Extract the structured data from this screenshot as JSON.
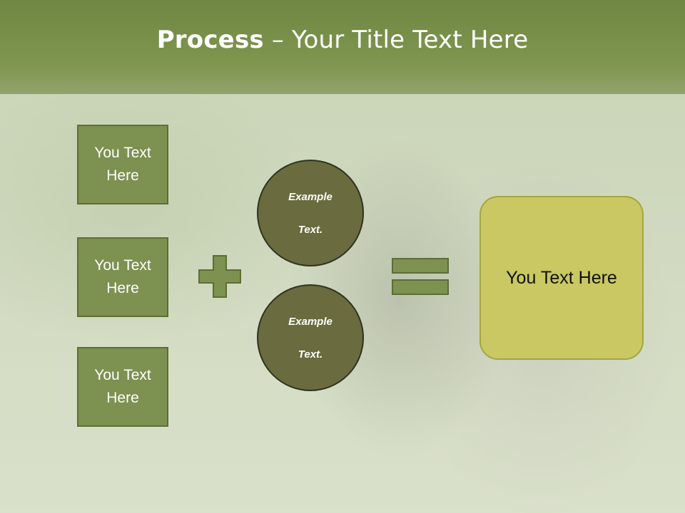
{
  "title": {
    "bold": "Process",
    "rest": " – Your Title Text Here"
  },
  "left_boxes": [
    {
      "line1": "You Text",
      "line2": "Here"
    },
    {
      "line1": "You Text",
      "line2": "Here"
    },
    {
      "line1": "You Text",
      "line2": "Here"
    }
  ],
  "circles": [
    {
      "line1": "Example",
      "line2": "Text."
    },
    {
      "line1": "Example",
      "line2": "Text."
    }
  ],
  "result": {
    "text": "You Text Here"
  },
  "icons": {
    "plus": "plus-icon",
    "equals": "equals-icon"
  },
  "colors": {
    "title_band": "#7f964f",
    "box_fill": "#7d9150",
    "circle_fill": "#6a6b3e",
    "result_fill": "#c9c862"
  }
}
